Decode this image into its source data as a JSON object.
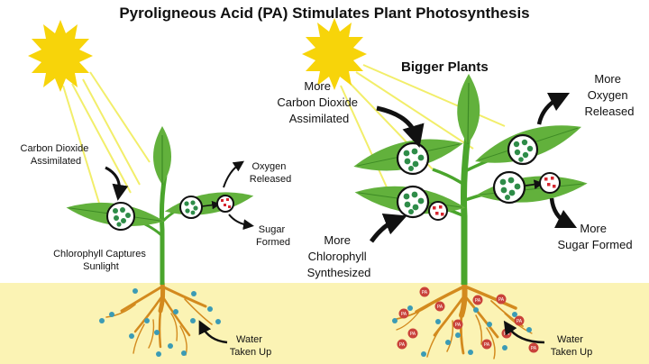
{
  "title": "Pyroligneous Acid (PA) Stimulates Plant Photosynthesis",
  "left_panel": {
    "co2_line1": "Carbon Dioxide",
    "co2_line2": "Assimilated",
    "chloro_line1": "Chlorophyll Captures",
    "chloro_line2": "Sunlight",
    "oxygen_line1": "Oxygen",
    "oxygen_line2": "Released",
    "sugar_line1": "Sugar",
    "sugar_line2": "Formed",
    "water_line1": "Water",
    "water_line2": "Taken Up"
  },
  "right_panel": {
    "heading": "Bigger Plants",
    "co2_line1": "More",
    "co2_line2": "Carbon Dioxide",
    "co2_line3": "Assimilated",
    "oxygen_line1": "More",
    "oxygen_line2": "Oxygen",
    "oxygen_line3": "Released",
    "chloro_line1": "More",
    "chloro_line2": "Chlorophyll",
    "chloro_line3": "Synthesized",
    "sugar_line1": "More",
    "sugar_line2": "Sugar Formed",
    "water_line1": "Water",
    "water_line2": "Taken Up",
    "pa_badge": "PA"
  },
  "colors": {
    "soil": "#fbf3b4",
    "sun": "#f7d40a",
    "sun_ray": "#f2ee6a",
    "leaf": "#62b13c",
    "leaf_vein": "#3d8a25",
    "stem": "#4aa52c",
    "root": "#d38a1e",
    "water_dot": "#3b9bb5",
    "chloroplast": "#2e8c48",
    "sugar": "#d6262f",
    "pa_badge": "#c9423a",
    "arrow": "#111111",
    "text": "#111111"
  }
}
